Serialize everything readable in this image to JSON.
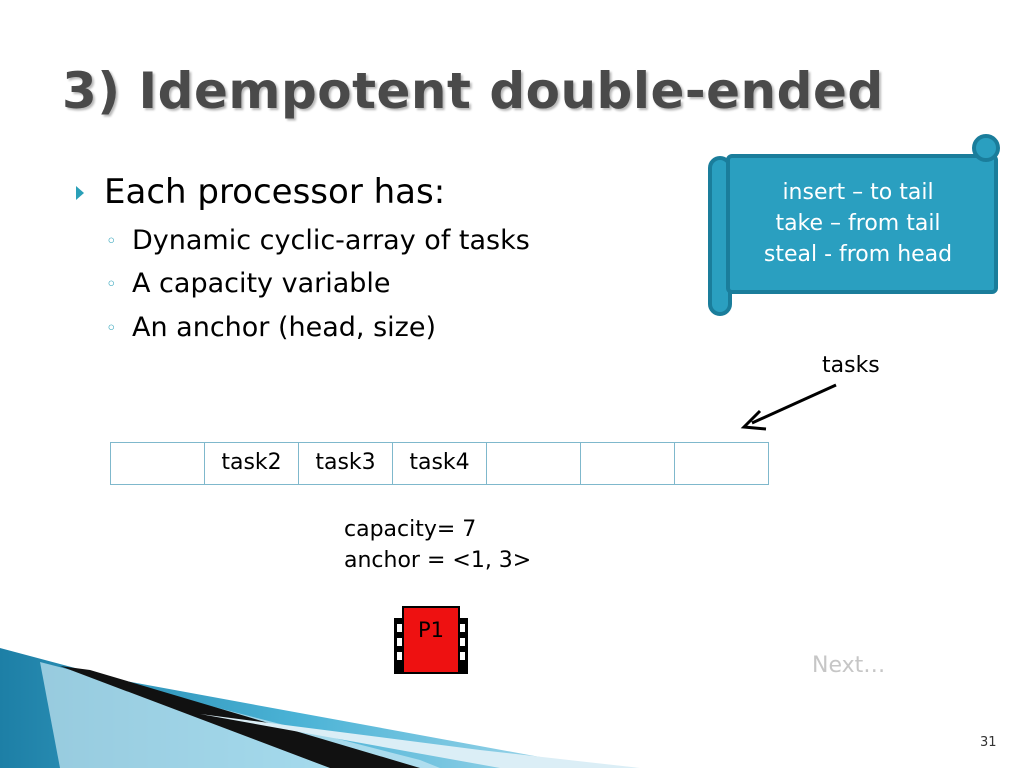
{
  "title": "3) Idempotent double-ended",
  "bullet": "Each processor has:",
  "sub_bullets": [
    "Dynamic cyclic-array of tasks",
    "A capacity variable",
    "An anchor (head, size)"
  ],
  "callout": {
    "lines": [
      "insert – to tail",
      "take – from tail",
      "steal - from head"
    ]
  },
  "tasks_label": "tasks",
  "array_cells": [
    "",
    "task2",
    "task3",
    "task4",
    "",
    "",
    ""
  ],
  "capacity_text": "capacity= 7",
  "anchor_text": "anchor = <1, 3>",
  "processor_label": "P1",
  "next_label": "Next…",
  "page_number": "31",
  "colors": {
    "accent": "#2aa0b8",
    "callout_fill": "#2a9fc0",
    "callout_border": "#1a7d9b",
    "processor_fill": "#ee1111"
  }
}
